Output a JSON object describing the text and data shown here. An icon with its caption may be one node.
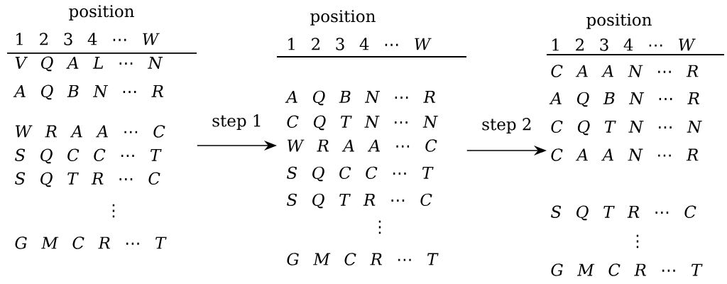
{
  "diagram": {
    "nodes": [
      {
        "text": [
          "position",
          "1 2 3 4 ⋯ *W*",
          "V Q A L ⋯ N",
          "A Q B N ⋯ R",
          "W R A A ⋯ C",
          "S Q C C ⋯ T",
          "S Q T R ⋯ C",
          "⋮",
          "G M C R ⋯ T"
        ]
      },
      {
        "text": [
          "position",
          "1 2 3 4 ⋯ *W*",
          "A Q B N ⋯ R",
          "C Q T N ⋯ N",
          "W R A A ⋯ C",
          "S Q C C ⋯ T",
          "S Q T R ⋯ C",
          "⋮",
          "G M C R ⋯ T"
        ]
      },
      {
        "text": [
          "position",
          "1 2 3 4 ⋯ *W*",
          "C A A N ⋯ R",
          "A Q B N ⋯ R",
          "C Q T N ⋯ N",
          "C A A N ⋯ R",
          "S Q T R ⋯ C",
          "⋮",
          "G M C R ⋯ T"
        ]
      }
    ],
    "edges": [
      {
        "from": 0,
        "to": 1,
        "arrow": "to",
        "label": "step 1"
      },
      {
        "from": 1,
        "to": 2,
        "arrow": "to",
        "label": "step 2"
      }
    ]
  }
}
